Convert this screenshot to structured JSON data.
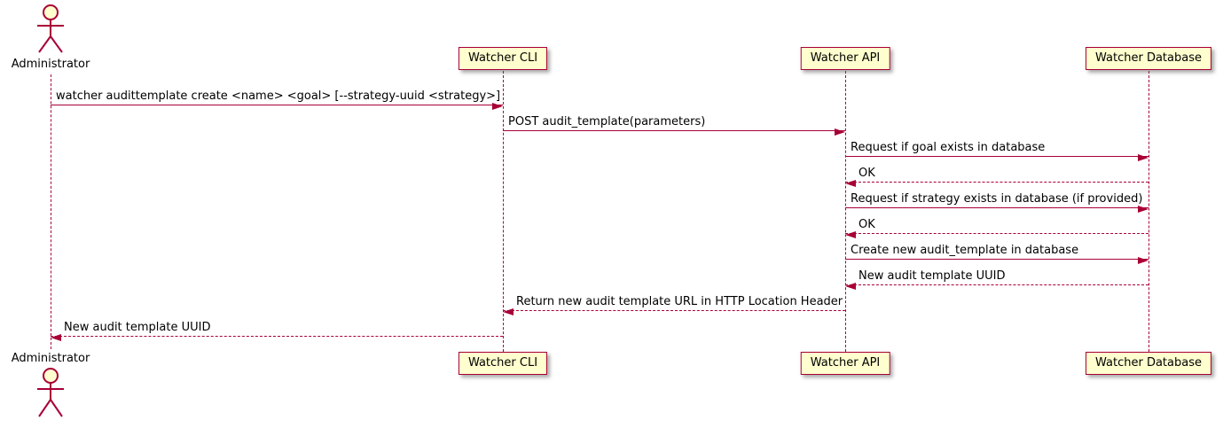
{
  "diagram_type": "sequence",
  "colors": {
    "stroke": "#A80036",
    "participant_fill": "#FEFECE",
    "text": "#000000",
    "background": "#FFFFFF"
  },
  "participants": [
    {
      "name": "Administrator",
      "kind": "actor"
    },
    {
      "name": "Watcher CLI",
      "kind": "participant"
    },
    {
      "name": "Watcher API",
      "kind": "participant"
    },
    {
      "name": "Watcher Database",
      "kind": "participant"
    }
  ],
  "messages": [
    {
      "from": "Administrator",
      "to": "Watcher CLI",
      "type": "solid-arrow",
      "label": "watcher audittemplate create <name> <goal> [--strategy-uuid <strategy>]"
    },
    {
      "from": "Watcher CLI",
      "to": "Watcher API",
      "type": "solid-arrow",
      "label": "POST audit_template(parameters)"
    },
    {
      "from": "Watcher API",
      "to": "Watcher Database",
      "type": "solid-arrow",
      "label": "Request if goal exists in database"
    },
    {
      "from": "Watcher Database",
      "to": "Watcher API",
      "type": "dashed-arrow",
      "label": "OK"
    },
    {
      "from": "Watcher API",
      "to": "Watcher Database",
      "type": "solid-arrow",
      "label": "Request if strategy exists in database (if provided)"
    },
    {
      "from": "Watcher Database",
      "to": "Watcher API",
      "type": "dashed-arrow",
      "label": "OK"
    },
    {
      "from": "Watcher API",
      "to": "Watcher Database",
      "type": "solid-arrow",
      "label": "Create new audit_template in database"
    },
    {
      "from": "Watcher Database",
      "to": "Watcher API",
      "type": "dashed-arrow",
      "label": "New audit template UUID"
    },
    {
      "from": "Watcher API",
      "to": "Watcher CLI",
      "type": "dashed-arrow",
      "label": "Return new audit template URL in HTTP Location Header"
    },
    {
      "from": "Watcher CLI",
      "to": "Administrator",
      "type": "dashed-arrow",
      "label": "New audit template UUID"
    }
  ]
}
